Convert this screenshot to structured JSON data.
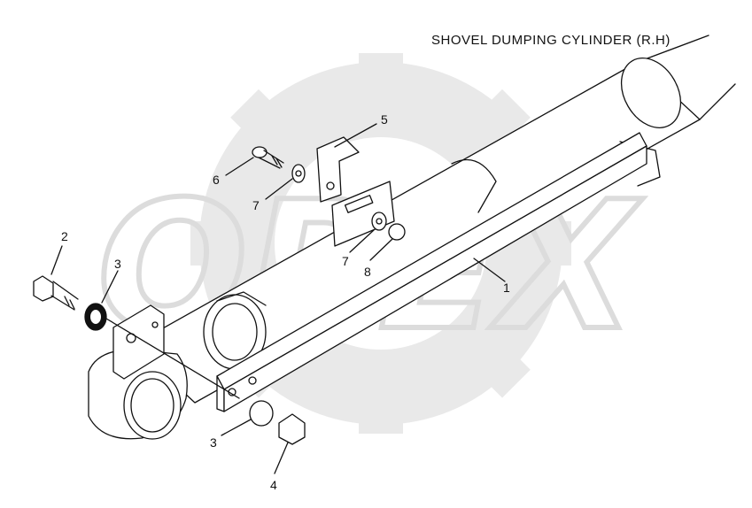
{
  "title": "SHOVEL DUMPING CYLINDER (R.H)",
  "watermark": "OPEX",
  "callouts": {
    "c1": "1",
    "c2": "2",
    "c3a": "3",
    "c3b": "3",
    "c4": "4",
    "c5": "5",
    "c6": "6",
    "c7a": "7",
    "c7b": "7",
    "c8": "8"
  },
  "colors": {
    "line": "#111111",
    "watermark": "#e6e6e6"
  }
}
